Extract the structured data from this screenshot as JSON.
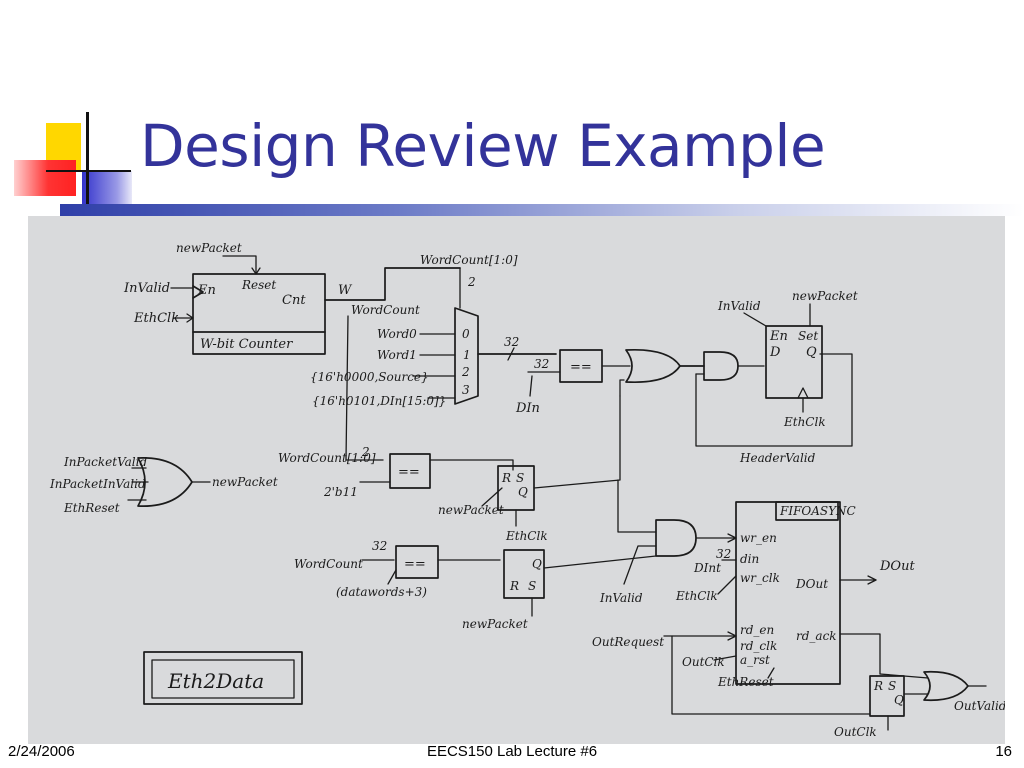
{
  "slide": {
    "title": "Design Review Example",
    "footer": {
      "date": "2/24/2006",
      "lecture": "EECS150 Lab Lecture #6",
      "page": "16"
    }
  },
  "theme": {
    "title_color": "#33339a",
    "accent_yellow": "#ffd700",
    "accent_red": "#ff3333",
    "accent_blue": "#3333cc",
    "sketch_bg": "#d9dadc"
  },
  "diagram": {
    "counter": {
      "name": "W-bit Counter",
      "en": "En",
      "reset": "Reset",
      "cnt": "Cnt",
      "out_width": "W",
      "in_invalid": "InValid",
      "in_clk": "EthClk",
      "in_newpacket": "newPacket"
    },
    "mux": {
      "sel": "WordCount[1:0]",
      "sel_width": "2",
      "wordcount": "WordCount",
      "inputs": [
        "Word0",
        "Word1",
        "{16'h0000,Source}",
        "{16'h0101,DIn[15:0]}"
      ],
      "ports": [
        "0",
        "1",
        "2",
        "3"
      ],
      "out_width": "32",
      "din": "DIn",
      "din_width": "32",
      "eq": "=="
    },
    "header_ff": {
      "en": "En",
      "set": "Set",
      "d": "D",
      "q": "Q",
      "in_invalid": "InValid",
      "in_newpacket": "newPacket",
      "clk": "EthClk",
      "out": "HeaderValid"
    },
    "newpacket_gate": {
      "inputs": [
        "InPacketValid",
        "InPacketInValid",
        "EthReset"
      ],
      "out": "newPacket"
    },
    "cmp2": {
      "sel": "WordCount[1:0]",
      "width": "2",
      "const": "2'b11",
      "eq": "=="
    },
    "rs1": {
      "r": "R",
      "s": "S",
      "q": "Q",
      "np": "newPacket",
      "clk": "EthClk"
    },
    "cmp3": {
      "sel": "WordCount",
      "width": "32",
      "const": "(datawords+3)",
      "eq": "=="
    },
    "rs2": {
      "q": "Q",
      "r": "R",
      "s": "S",
      "np": "newPacket"
    },
    "fifo": {
      "name": "FIFOASYNC",
      "wr_en": "wr_en",
      "din": "din",
      "din_width": "32",
      "wr_clk": "wr_clk",
      "dout": "DOut",
      "rd_en": "rd_en",
      "rd_clk": "rd_clk",
      "rd_ack": "rd_ack",
      "a_rst": "a_rst",
      "in_dint": "DInt",
      "in_clk": "EthClk",
      "in_invalid": "InValid",
      "out": "DOut"
    },
    "out_section": {
      "request": "OutRequest",
      "clk": "OutClk",
      "reset": "EthReset",
      "clk2": "OutClk",
      "valid": "OutValid",
      "rs_r": "R",
      "rs_s": "S",
      "rs_q": "Q"
    },
    "module_label": "Eth2Data"
  }
}
